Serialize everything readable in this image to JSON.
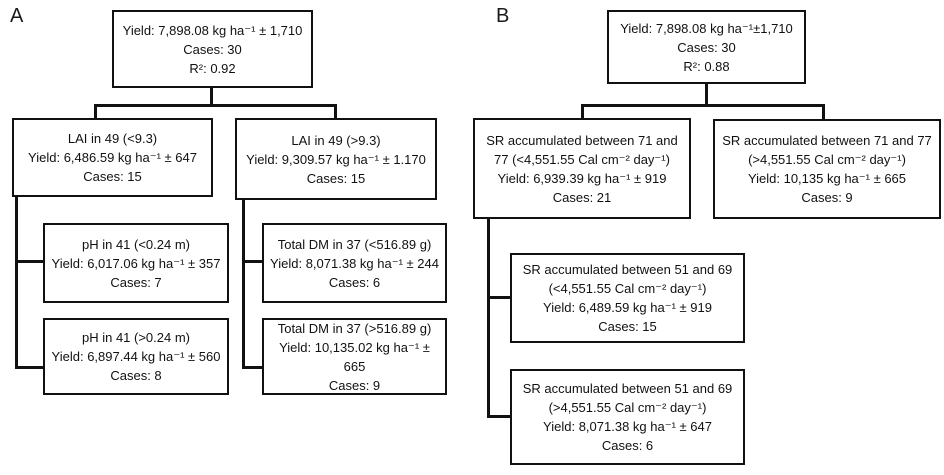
{
  "figure": {
    "panel_a": {
      "label": "A",
      "root": {
        "line1": "Yield: 7,898.08 kg ha⁻¹ ± 1,710",
        "line2": "Cases: 30",
        "line3": "R²: 0.92"
      },
      "lai_low": {
        "line1": "LAI in 49 (<9.3)",
        "line2": "Yield: 6,486.59 kg ha⁻¹ ± 647",
        "line3": "Cases: 15"
      },
      "lai_high": {
        "line1": "LAI in 49 (>9.3)",
        "line2": "Yield: 9,309.57 kg ha⁻¹ ± 1.170",
        "line3": "Cases: 15"
      },
      "ph_low": {
        "line1": "pH in 41 (<0.24 m)",
        "line2": "Yield: 6,017.06 kg ha⁻¹ ± 357",
        "line3": "Cases: 7"
      },
      "ph_high": {
        "line1": "pH in 41 (>0.24 m)",
        "line2": "Yield: 6,897.44 kg ha⁻¹ ± 560",
        "line3": "Cases: 8"
      },
      "dm_low": {
        "line1": "Total DM in 37 (<516.89 g)",
        "line2": "Yield: 8,071.38 kg ha⁻¹ ± 244",
        "line3": "Cases: 6"
      },
      "dm_high": {
        "line1": "Total DM in 37 (>516.89 g)",
        "line2": "Yield: 10,135.02 kg ha⁻¹ ± 665",
        "line3": "Cases: 9"
      }
    },
    "panel_b": {
      "label": "B",
      "root": {
        "line1": "Yield: 7,898.08 kg ha⁻¹±1,710",
        "line2": "Cases: 30",
        "line3": "R²: 0.88"
      },
      "sr7177_low": {
        "line1": "SR accumulated between 71 and 77 (<4,551.55 Cal cm⁻² day⁻¹)",
        "line2": "Yield: 6,939.39 kg ha⁻¹ ± 919",
        "line3": "Cases: 21"
      },
      "sr7177_high": {
        "line1": "SR accumulated between 71 and 77 (>4,551.55 Cal cm⁻² day⁻¹)",
        "line2": "Yield: 10,135 kg ha⁻¹ ± 665",
        "line3": "Cases: 9"
      },
      "sr5169_low": {
        "line1": "SR accumulated between 51 and 69 (<4,551.55 Cal cm⁻² day⁻¹)",
        "line2": "Yield: 6,489.59 kg ha⁻¹ ± 919",
        "line3": "Cases: 15"
      },
      "sr5169_high": {
        "line1": "SR accumulated between 51 and 69 (>4,551.55 Cal cm⁻² day⁻¹)",
        "line2": "Yield: 8,071.38 kg ha⁻¹ ± 647",
        "line3": "Cases: 6"
      }
    }
  }
}
